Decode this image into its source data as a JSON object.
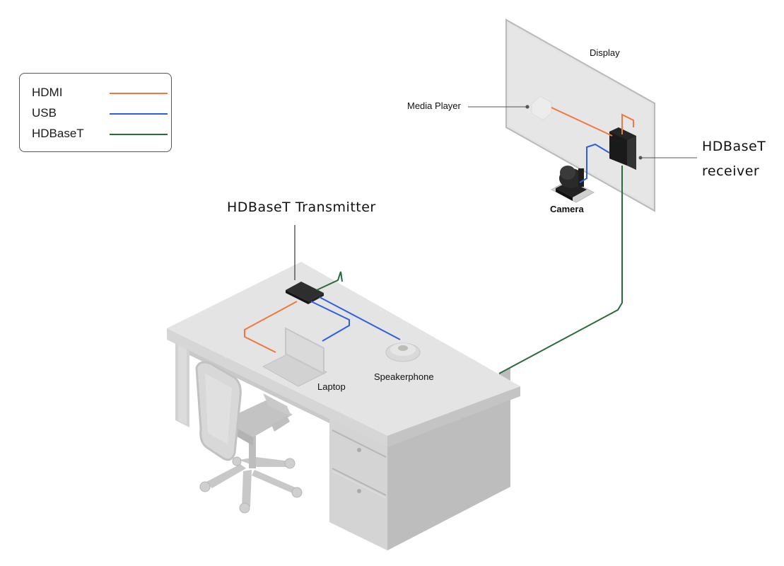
{
  "legend": {
    "items": [
      {
        "label": "HDMI",
        "color": "#f0783c"
      },
      {
        "label": "USB",
        "color": "#2f5fe0"
      },
      {
        "label": "HDBaseT",
        "color": "#2a6b3c"
      }
    ]
  },
  "labels": {
    "display": "Display",
    "media_player": "Media Player",
    "receiver_line1": "HDBaseT",
    "receiver_line2": "receiver",
    "camera": "Camera",
    "transmitter": "HDBaseT Transmitter",
    "laptop": "Laptop",
    "speakerphone": "Speakerphone"
  },
  "colors": {
    "hdmi": "#f0783c",
    "usb": "#2f5fe0",
    "hdbaset": "#2a6b3c"
  }
}
